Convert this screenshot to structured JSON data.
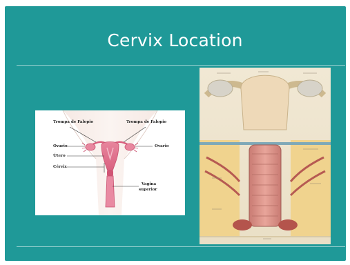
{
  "slide": {
    "title": "Cervix Location",
    "colors": {
      "background": "#1f9998",
      "title": "#ffffff",
      "rule": "#ffffff"
    }
  },
  "left_figure": {
    "labels": {
      "tube_left": "Trompa de Falopio",
      "tube_right": "Trompa de Falopio",
      "ovary_left": "Ovario",
      "ovary_right": "Ovario",
      "uterus": "Útero",
      "cervix": "Cérvix",
      "vagina_line1": "Vagina",
      "vagina_line2": "superior"
    }
  },
  "right_figure": {
    "kind": "anatomical-illustration"
  }
}
